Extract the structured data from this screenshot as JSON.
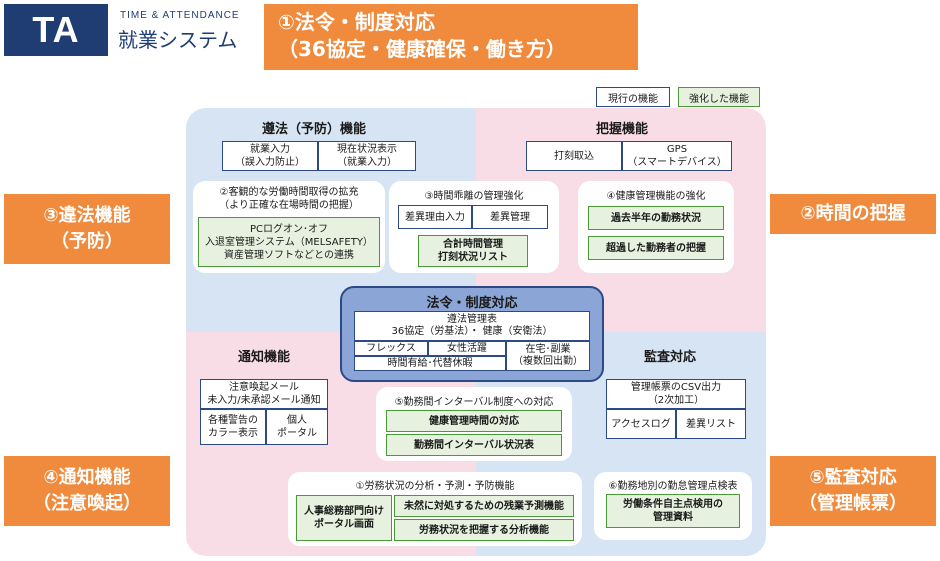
{
  "logo": {
    "mark": "TA",
    "subtitle": "TIME & ATTENDANCE",
    "name": "就業システム"
  },
  "banner_main": {
    "line1": "①法令・制度対応",
    "line2": "（36協定・健康確保・働き方）"
  },
  "side_banners": {
    "violation": {
      "line1": "③違法機能",
      "line2": "（予防）"
    },
    "time": {
      "line1": "②時間の把握"
    },
    "notify": {
      "line1": "④通知機能",
      "line2": "（注意喚起）"
    },
    "audit": {
      "line1": "⑤監査対応",
      "line2": "（管理帳票）"
    }
  },
  "legend": {
    "current": "現行の機能",
    "enhanced": "強化した機能"
  },
  "quadrants": {
    "tl": {
      "title": "遵法（予防）機能",
      "cells": [
        {
          "l1": "就業入力",
          "l2": "（誤入力防止）"
        },
        {
          "l1": "現在状況表示",
          "l2": "（就業入力）"
        }
      ]
    },
    "tr": {
      "title": "把握機能",
      "cells": [
        {
          "l1": "打刻取込"
        },
        {
          "l1": "GPS",
          "l2": "（スマートデバイス）"
        }
      ]
    },
    "bl": {
      "title": "通知機能",
      "cells": [
        {
          "l1": "注意喚起メール",
          "l2": "未入力/未承認メール通知"
        },
        {
          "l1": "各種警告の",
          "l2": "カラー表示"
        },
        {
          "l1": "個人",
          "l2": "ポータル"
        }
      ]
    },
    "br": {
      "title": "監査対応",
      "cells": [
        {
          "l1": "管理帳票のCSV出力",
          "l2": "（2次加工）"
        },
        {
          "l1": "アクセスログ"
        },
        {
          "l1": "差異リスト"
        }
      ]
    }
  },
  "panels": {
    "p2": {
      "title_l1": "②客観的な労働時間取得の拡充",
      "title_l2": "（より正確な在場時間の把握）",
      "item": {
        "l1": "PCログオン･オフ",
        "l2": "入退室管理システム（MELSAFETY）",
        "l3": "資産管理ソフトなどとの連携"
      }
    },
    "p3": {
      "title": "③時間乖離の管理強化",
      "cells": [
        "差異理由入力",
        "差異管理"
      ],
      "item": {
        "l1": "合計時間管理",
        "l2": "打刻状況リスト"
      }
    },
    "p4": {
      "title": "④健康管理機能の強化",
      "items": [
        "過去半年の勤務状況",
        "超過した勤務者の把握"
      ]
    },
    "p5": {
      "title": "⑤勤務間インターバル制度への対応",
      "items": [
        "健康管理時間の対応",
        "勤務間インターバル状況表"
      ]
    },
    "p1": {
      "title": "①労務状況の分析・予測・予防機能",
      "portal": {
        "l1": "人事総務部門向け",
        "l2": "ポータル画面"
      },
      "items": [
        "未然に対処するための残業予測機能",
        "労務状況を把握する分析機能"
      ]
    },
    "p6": {
      "title": "⑥勤務地別の勤怠管理点検表",
      "item": {
        "l1": "労働条件自主点検用の",
        "l2": "管理資料"
      }
    }
  },
  "center": {
    "title": "法令・制度対応",
    "top": {
      "l1": "遵法管理表",
      "l2": "36協定（労基法）・ 健康（安衛法）"
    },
    "flex": "フレックス",
    "women": "女性活躍",
    "leave": "時間有給･代替休暇",
    "remote": {
      "l1": "在宅･副業",
      "l2": "（複数回出勤）"
    }
  },
  "colors": {
    "orange": "#f08a3c",
    "navy": "#1f3d73",
    "green_border": "#4a9a3a",
    "blue_quad": "#d7e4f3",
    "pink_quad": "#f9dde6"
  }
}
